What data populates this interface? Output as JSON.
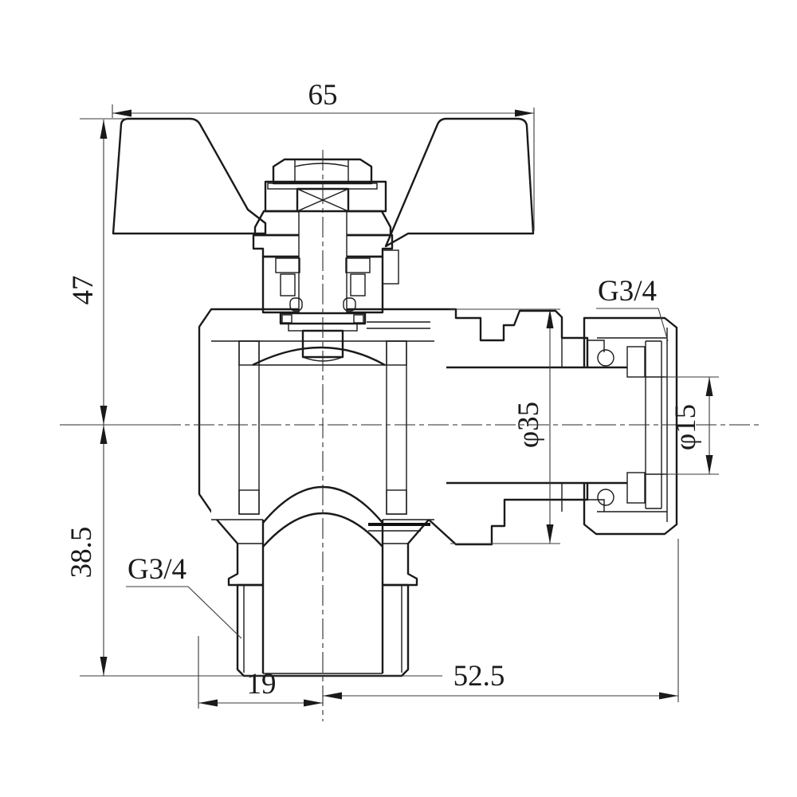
{
  "drawing": {
    "colors": {
      "line": "#1a1a1a",
      "background": "#ffffff"
    },
    "dimensions": {
      "handle_width": "65",
      "center_to_top": "47",
      "center_to_bottom": "38.5",
      "body_face_to_center": "19",
      "center_to_outlet_end": "52.5",
      "outlet_flange_diameter": "φ35",
      "outlet_bore_diameter": "φ15",
      "outlet_thread_label": "G3/4",
      "inlet_thread_label": "G3/4"
    }
  }
}
